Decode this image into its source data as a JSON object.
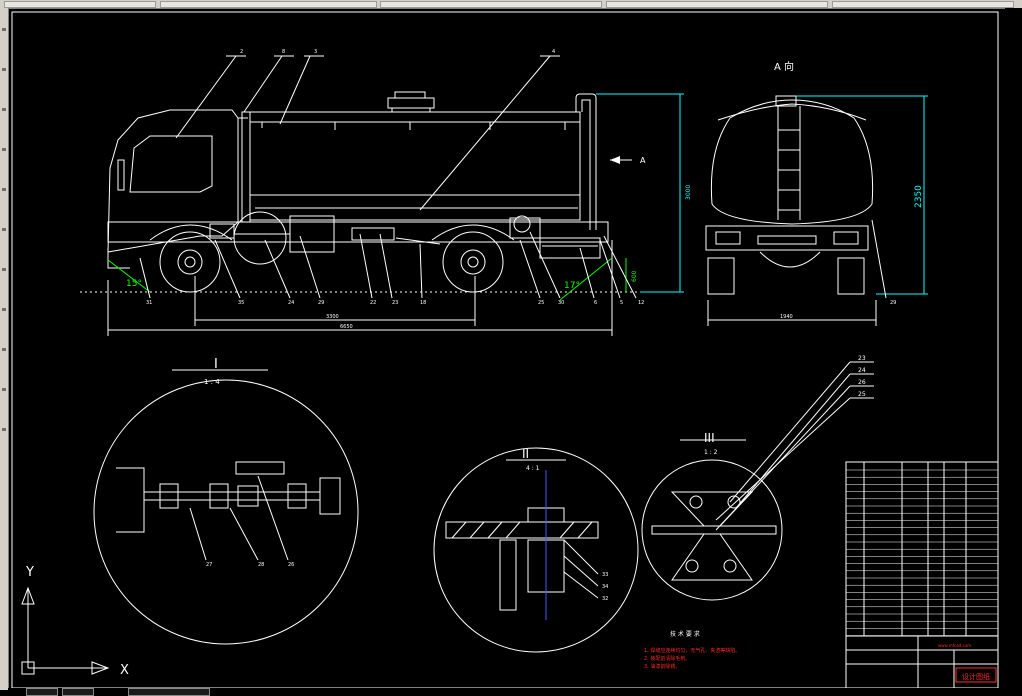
{
  "views": {
    "side_annot_arrow": "A",
    "end_view_title": "A 向",
    "detail_1": {
      "title": "I",
      "scale": "1 : 4"
    },
    "detail_2": {
      "title": "II",
      "scale": "4 : 1"
    },
    "detail_3": {
      "title": "III",
      "scale": "1 : 2"
    }
  },
  "dimensions": {
    "overall_height_side": "3000",
    "overall_height_end": "2350",
    "ground_clear": "600",
    "wheelbase": "3300",
    "overall_length": "6650",
    "end_width": "1940",
    "angle_front": "15°",
    "angle_rear": "17°"
  },
  "balloons": {
    "top": [
      "2",
      "8",
      "3",
      "4"
    ],
    "bottom": [
      "31",
      "35",
      "24",
      "29",
      "22",
      "23",
      "18",
      "25",
      "30",
      "6",
      "5",
      "12"
    ],
    "end_view": [
      "29"
    ],
    "detail_1": [
      "27",
      "28",
      "26"
    ],
    "detail_2": [
      "33",
      "34",
      "32"
    ],
    "detail_3": [
      "23",
      "24",
      "26",
      "25"
    ]
  },
  "tech_notes": {
    "heading": "技 术 要 求",
    "lines": [
      "1. 焊缝应连续均匀，无气孔、夹渣等缺陷。",
      "2. 装配前清除毛刺。",
      "3. 油漆前除锈。"
    ]
  },
  "title_block": {
    "stamp": "设计图纸",
    "watermark": "www.mfcad.com"
  },
  "ucs": {
    "x": "X",
    "y": "Y"
  },
  "colors": {
    "background": "#000000",
    "line": "#ffffff",
    "dimension": "#00ffff",
    "angle": "#00ff00",
    "centerline": "#3a5bff",
    "notes": "#ff2a2a"
  }
}
